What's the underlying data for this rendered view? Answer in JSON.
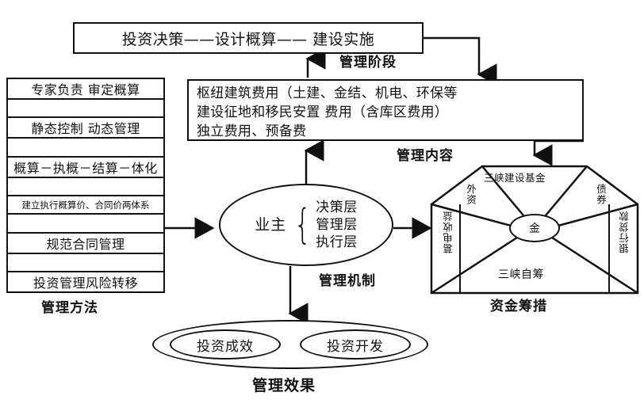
{
  "diagram": {
    "stage_box": {
      "text": "投资决策——设计概算—— 建设实施",
      "caption": "管理阶段"
    },
    "method_list": {
      "caption": "管理方法",
      "items": [
        "专家负责  审定概算",
        "",
        "静态控制  动态管理",
        "",
        "概算－执概－结算－体化",
        "",
        "建立执行概算价、合同价两体系",
        "",
        "规范合同管理",
        "",
        "投资管理风险转移"
      ]
    },
    "content_box": {
      "caption": "管理内容",
      "lines": [
        "枢纽建筑费用（土建、金结、机电、环保等",
        "建设征地和移民安置 费用（含库区费用）",
        "独立费用、预备费"
      ]
    },
    "owner": {
      "caption": "管理机制",
      "title": "业主",
      "brace": "{",
      "layers": [
        "决策层",
        "管理层",
        "执行层"
      ]
    },
    "funding": {
      "caption": "资金筹措",
      "center": "金",
      "sectors": {
        "top": "三峡建设基金",
        "upper_left": "外资",
        "upper_right": "债券",
        "left": "葛电收益",
        "right": "银行贷款",
        "bottom": "三峡自筹"
      }
    },
    "effect": {
      "caption": "管理效果",
      "items": [
        "投资成效",
        "投资开发"
      ]
    }
  },
  "colors": {
    "stroke": "#111111",
    "background": "#ffffff"
  }
}
